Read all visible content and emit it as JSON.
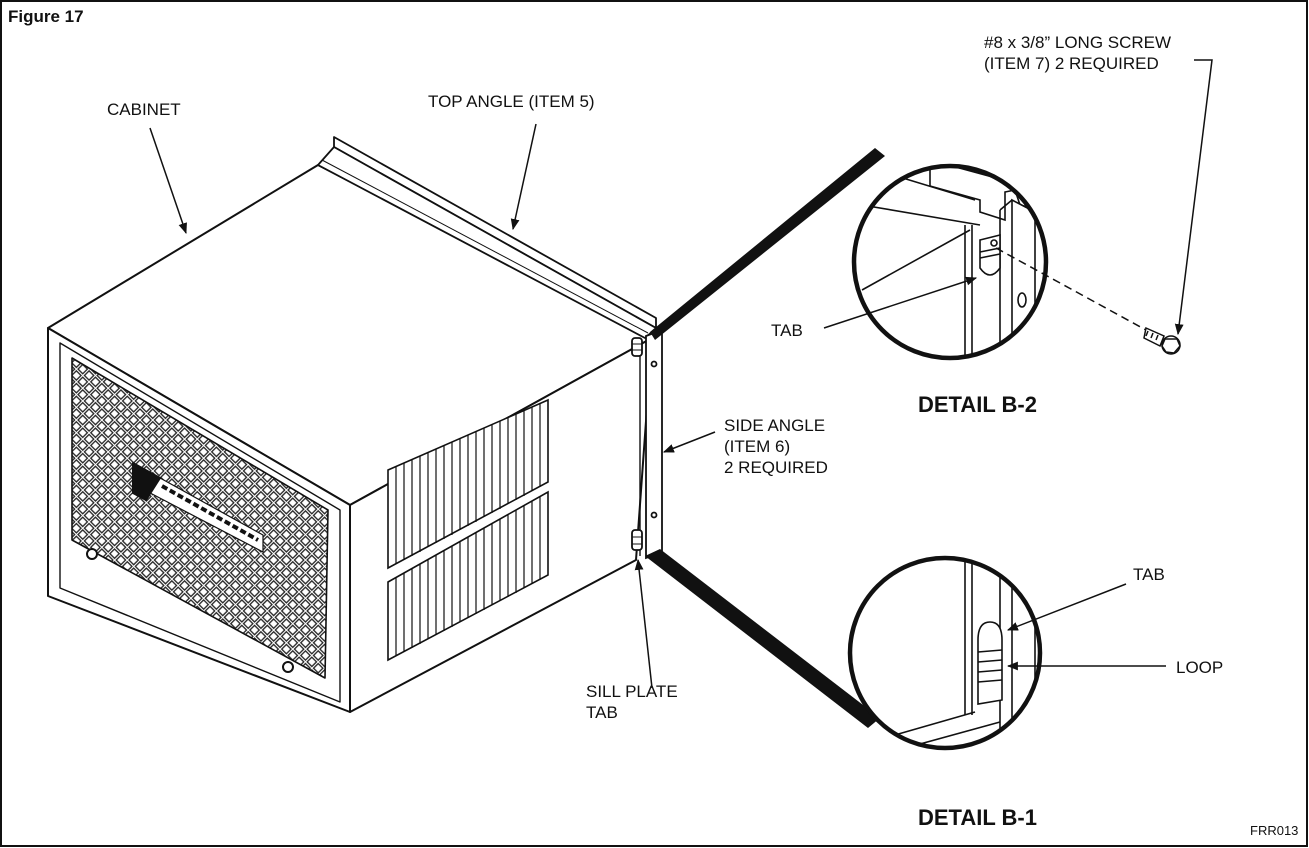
{
  "figure": {
    "title": "Figure 17",
    "code": "FRR013"
  },
  "labels": {
    "cabinet": "CABINET",
    "top_angle": "TOP ANGLE (ITEM 5)",
    "screw": "#8 x 3/8” LONG SCREW\n(ITEM 7) 2 REQUIRED",
    "tab_b2": "TAB",
    "detail_b2": "DETAIL B-2",
    "side_angle": "SIDE ANGLE\n(ITEM 6)\n2 REQUIRED",
    "sill_plate_tab": "SILL PLATE\nTAB",
    "tab_b1": "TAB",
    "loop": "LOOP",
    "detail_b1": "DETAIL B-1"
  },
  "colors": {
    "line": "#111111",
    "background": "#ffffff"
  }
}
